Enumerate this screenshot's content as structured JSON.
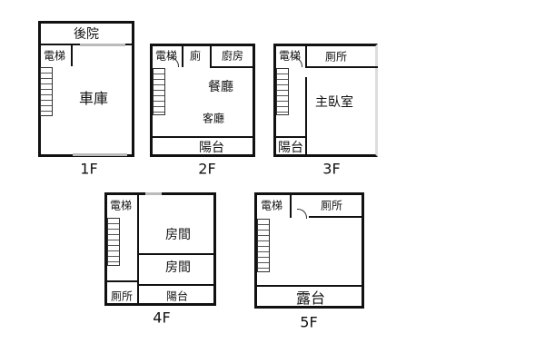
{
  "floors": [
    {
      "label": "1F",
      "rooms": {
        "backyard": "後院",
        "elevator": "電梯",
        "garage": "車庫"
      }
    },
    {
      "label": "2F",
      "rooms": {
        "elevator": "電梯",
        "toilet": "廁",
        "kitchen": "廚房",
        "dining": "餐廳",
        "living": "客廳",
        "balcony": "陽台"
      }
    },
    {
      "label": "3F",
      "rooms": {
        "elevator": "電梯",
        "bathroom": "厠所",
        "master_bedroom": "主臥室",
        "balcony": "陽台"
      }
    },
    {
      "label": "4F",
      "rooms": {
        "elevator": "電梯",
        "room1": "房間",
        "room2": "房間",
        "bathroom": "厠所",
        "balcony": "陽台"
      }
    },
    {
      "label": "5F",
      "rooms": {
        "elevator": "電梯",
        "bathroom": "厠所",
        "terrace": "露台"
      }
    }
  ]
}
